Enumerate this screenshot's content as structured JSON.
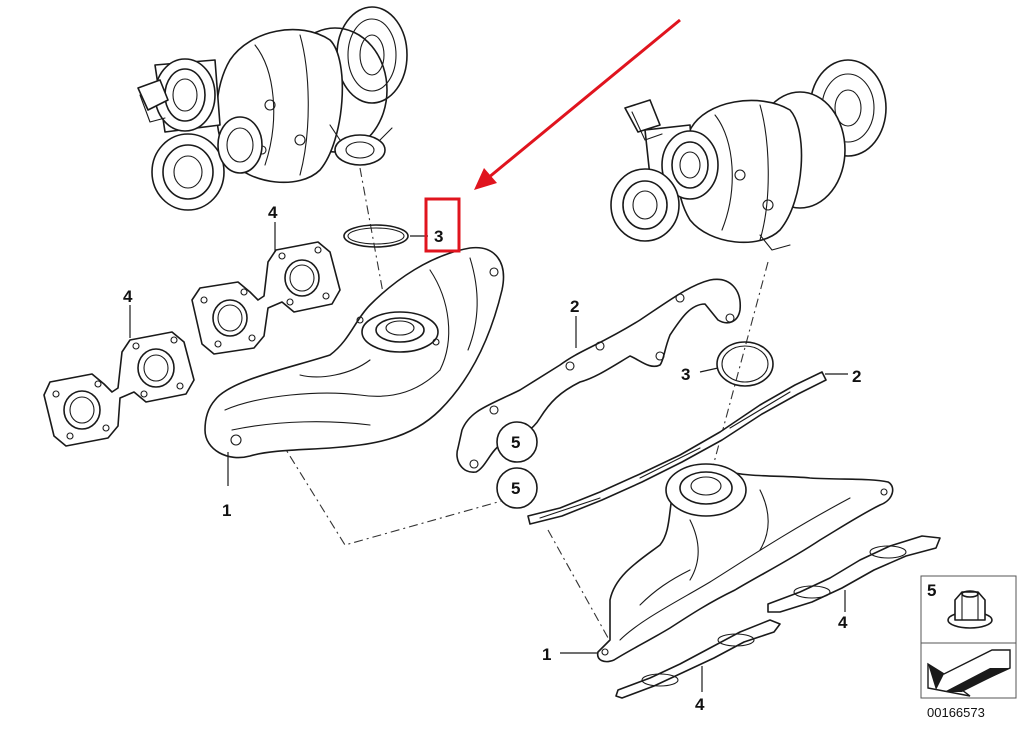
{
  "callouts": {
    "manifold_left": "1",
    "manifold_right": "1",
    "gasket_right_upper": "2",
    "gasket_right_lower": "2",
    "ring_highlighted": "3",
    "ring_right": "3",
    "gasket_left_top": "4",
    "gasket_left_bottom": "4",
    "gasket_right_mid": "4",
    "gasket_right_bottom": "4",
    "nut_upper": "5",
    "nut_lower": "5",
    "nut_legend": "5"
  },
  "diagram_code": "00166573",
  "colors": {
    "highlight": "#e0141e",
    "line": "#1a1a1a"
  },
  "icons": [
    "turbocharger-icon",
    "hex-flange-nut-icon",
    "arrow-icon"
  ]
}
